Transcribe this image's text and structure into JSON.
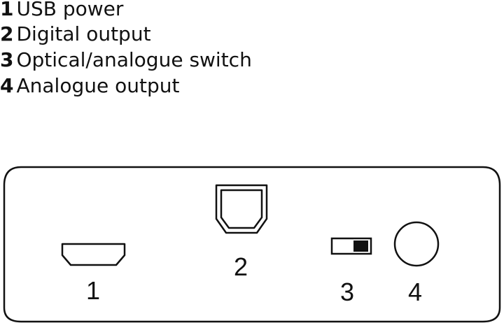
{
  "legend": [
    {
      "number": "1",
      "label": "USB power"
    },
    {
      "number": "2",
      "label": "Digital output"
    },
    {
      "number": "3",
      "label": "Optical/analogue switch"
    },
    {
      "number": "4",
      "label": "Analogue output"
    }
  ],
  "callouts": {
    "usb": "1",
    "optical": "2",
    "switch": "3",
    "analogue": "4"
  },
  "colors": {
    "line": "#111111",
    "background": "#ffffff"
  }
}
